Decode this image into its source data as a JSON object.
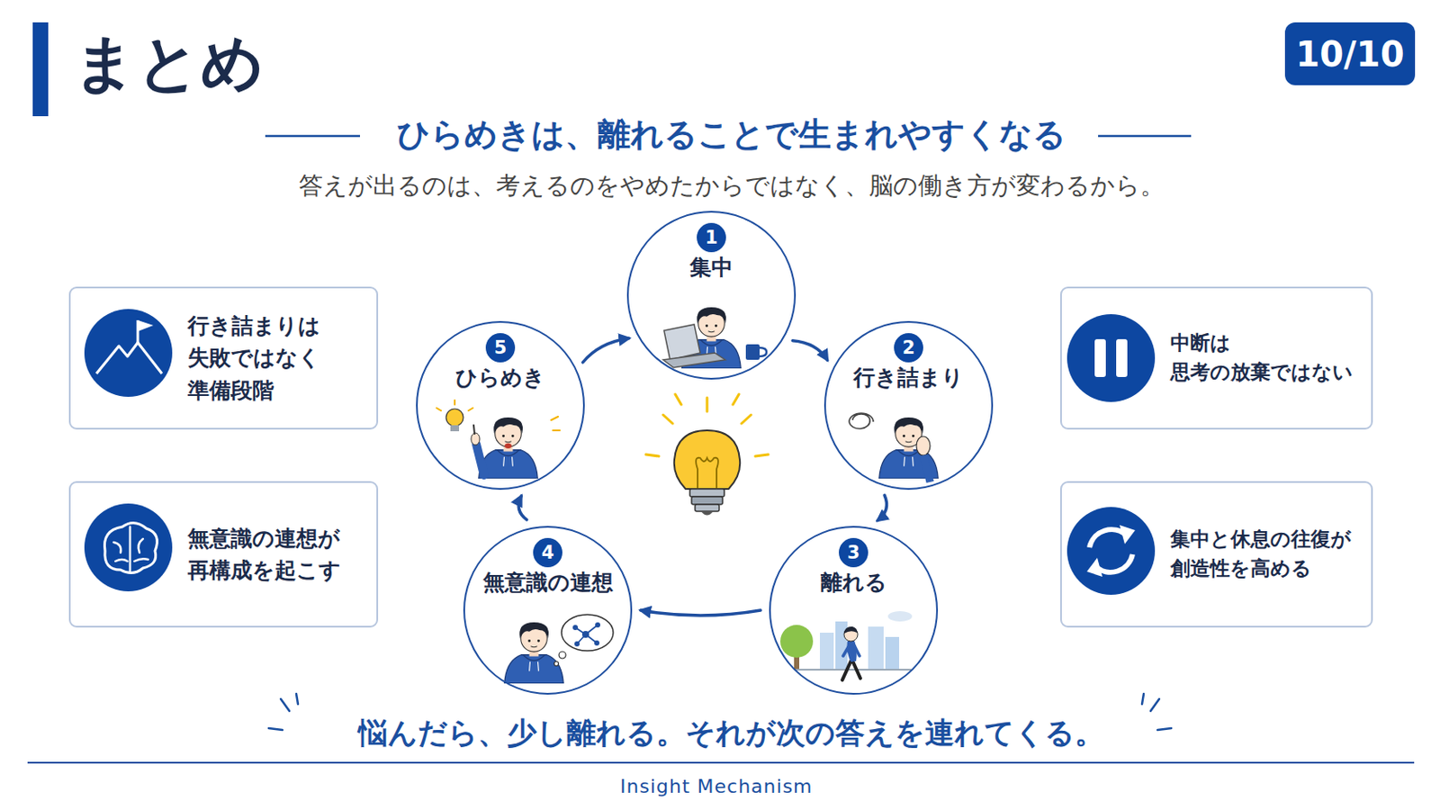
{
  "diagram": {
    "title": "まとめ",
    "caption": "悩んだら、少し離れる。それが次の答えを連れてくる。",
    "nodes": [
      {
        "text": [
          "10/10"
        ]
      },
      {
        "text": [
          "1",
          "集中"
        ]
      },
      {
        "text": [
          "2",
          "行き詰まり"
        ]
      },
      {
        "text": [
          "3",
          "離れる"
        ]
      },
      {
        "text": [
          "4",
          "無意識の連想"
        ]
      },
      {
        "text": [
          "5",
          "ひらめき"
        ]
      },
      {
        "text": [
          "行き詰まりは 失敗ではなく 準備段階"
        ]
      },
      {
        "text": [
          "無意識の連想が 再構成を起こす"
        ]
      },
      {
        "text": [
          "中断は 思考の放棄ではない"
        ]
      },
      {
        "text": [
          "集中と休息の往復が 創造性を高める"
        ]
      }
    ],
    "edges": [
      {
        "from": 1,
        "to": 2,
        "arrow": "to"
      },
      {
        "from": 2,
        "to": 3,
        "arrow": "to"
      },
      {
        "from": 3,
        "to": 4,
        "arrow": "to"
      },
      {
        "from": 4,
        "to": 5,
        "arrow": "to"
      },
      {
        "from": 5,
        "to": 1,
        "arrow": "to"
      }
    ],
    "labels": [
      "ひらめきは、離れることで生まれやすくなる",
      "答えが出るのは、考えるのをやめたからではなく、脳の働き方が変わるから。",
      "Insight Mechanism"
    ]
  }
}
